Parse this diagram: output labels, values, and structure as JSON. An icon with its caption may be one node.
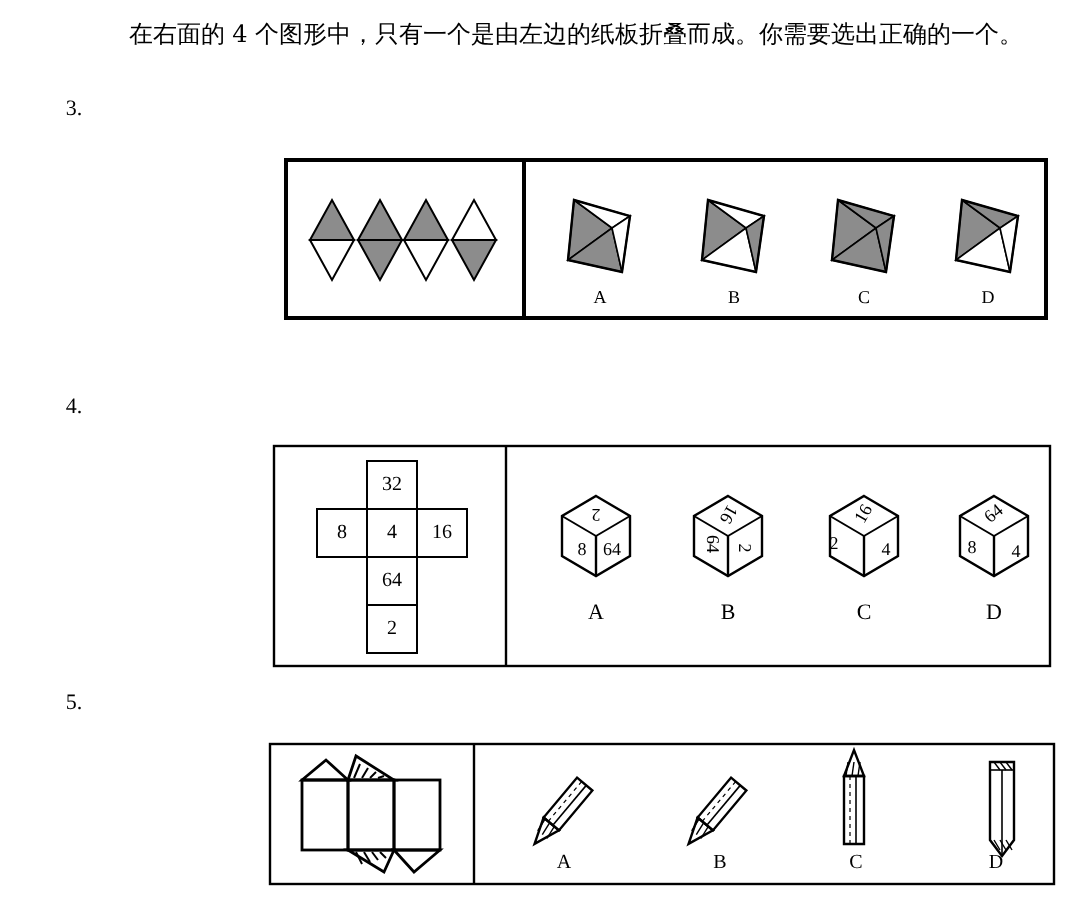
{
  "diagram": {
    "title": "在右面的 4 个图形中，只有一个是由左边的纸板折叠而成。你需要选出正确的一个。",
    "nodes": [
      {
        "text": [
          "32"
        ]
      },
      {
        "text": [
          "8"
        ]
      },
      {
        "text": [
          "4"
        ]
      },
      {
        "text": [
          "16"
        ]
      },
      {
        "text": [
          "64"
        ]
      },
      {
        "text": [
          "2"
        ]
      }
    ],
    "labels": [
      "3.",
      "A",
      "B",
      "C",
      "D",
      "4.",
      "2",
      "8",
      "64",
      "16",
      "64",
      "2",
      "16",
      "2",
      "4",
      "64",
      "8",
      "4",
      "A",
      "B",
      "C",
      "D",
      "5.",
      "A",
      "B",
      "C",
      "D"
    ]
  }
}
